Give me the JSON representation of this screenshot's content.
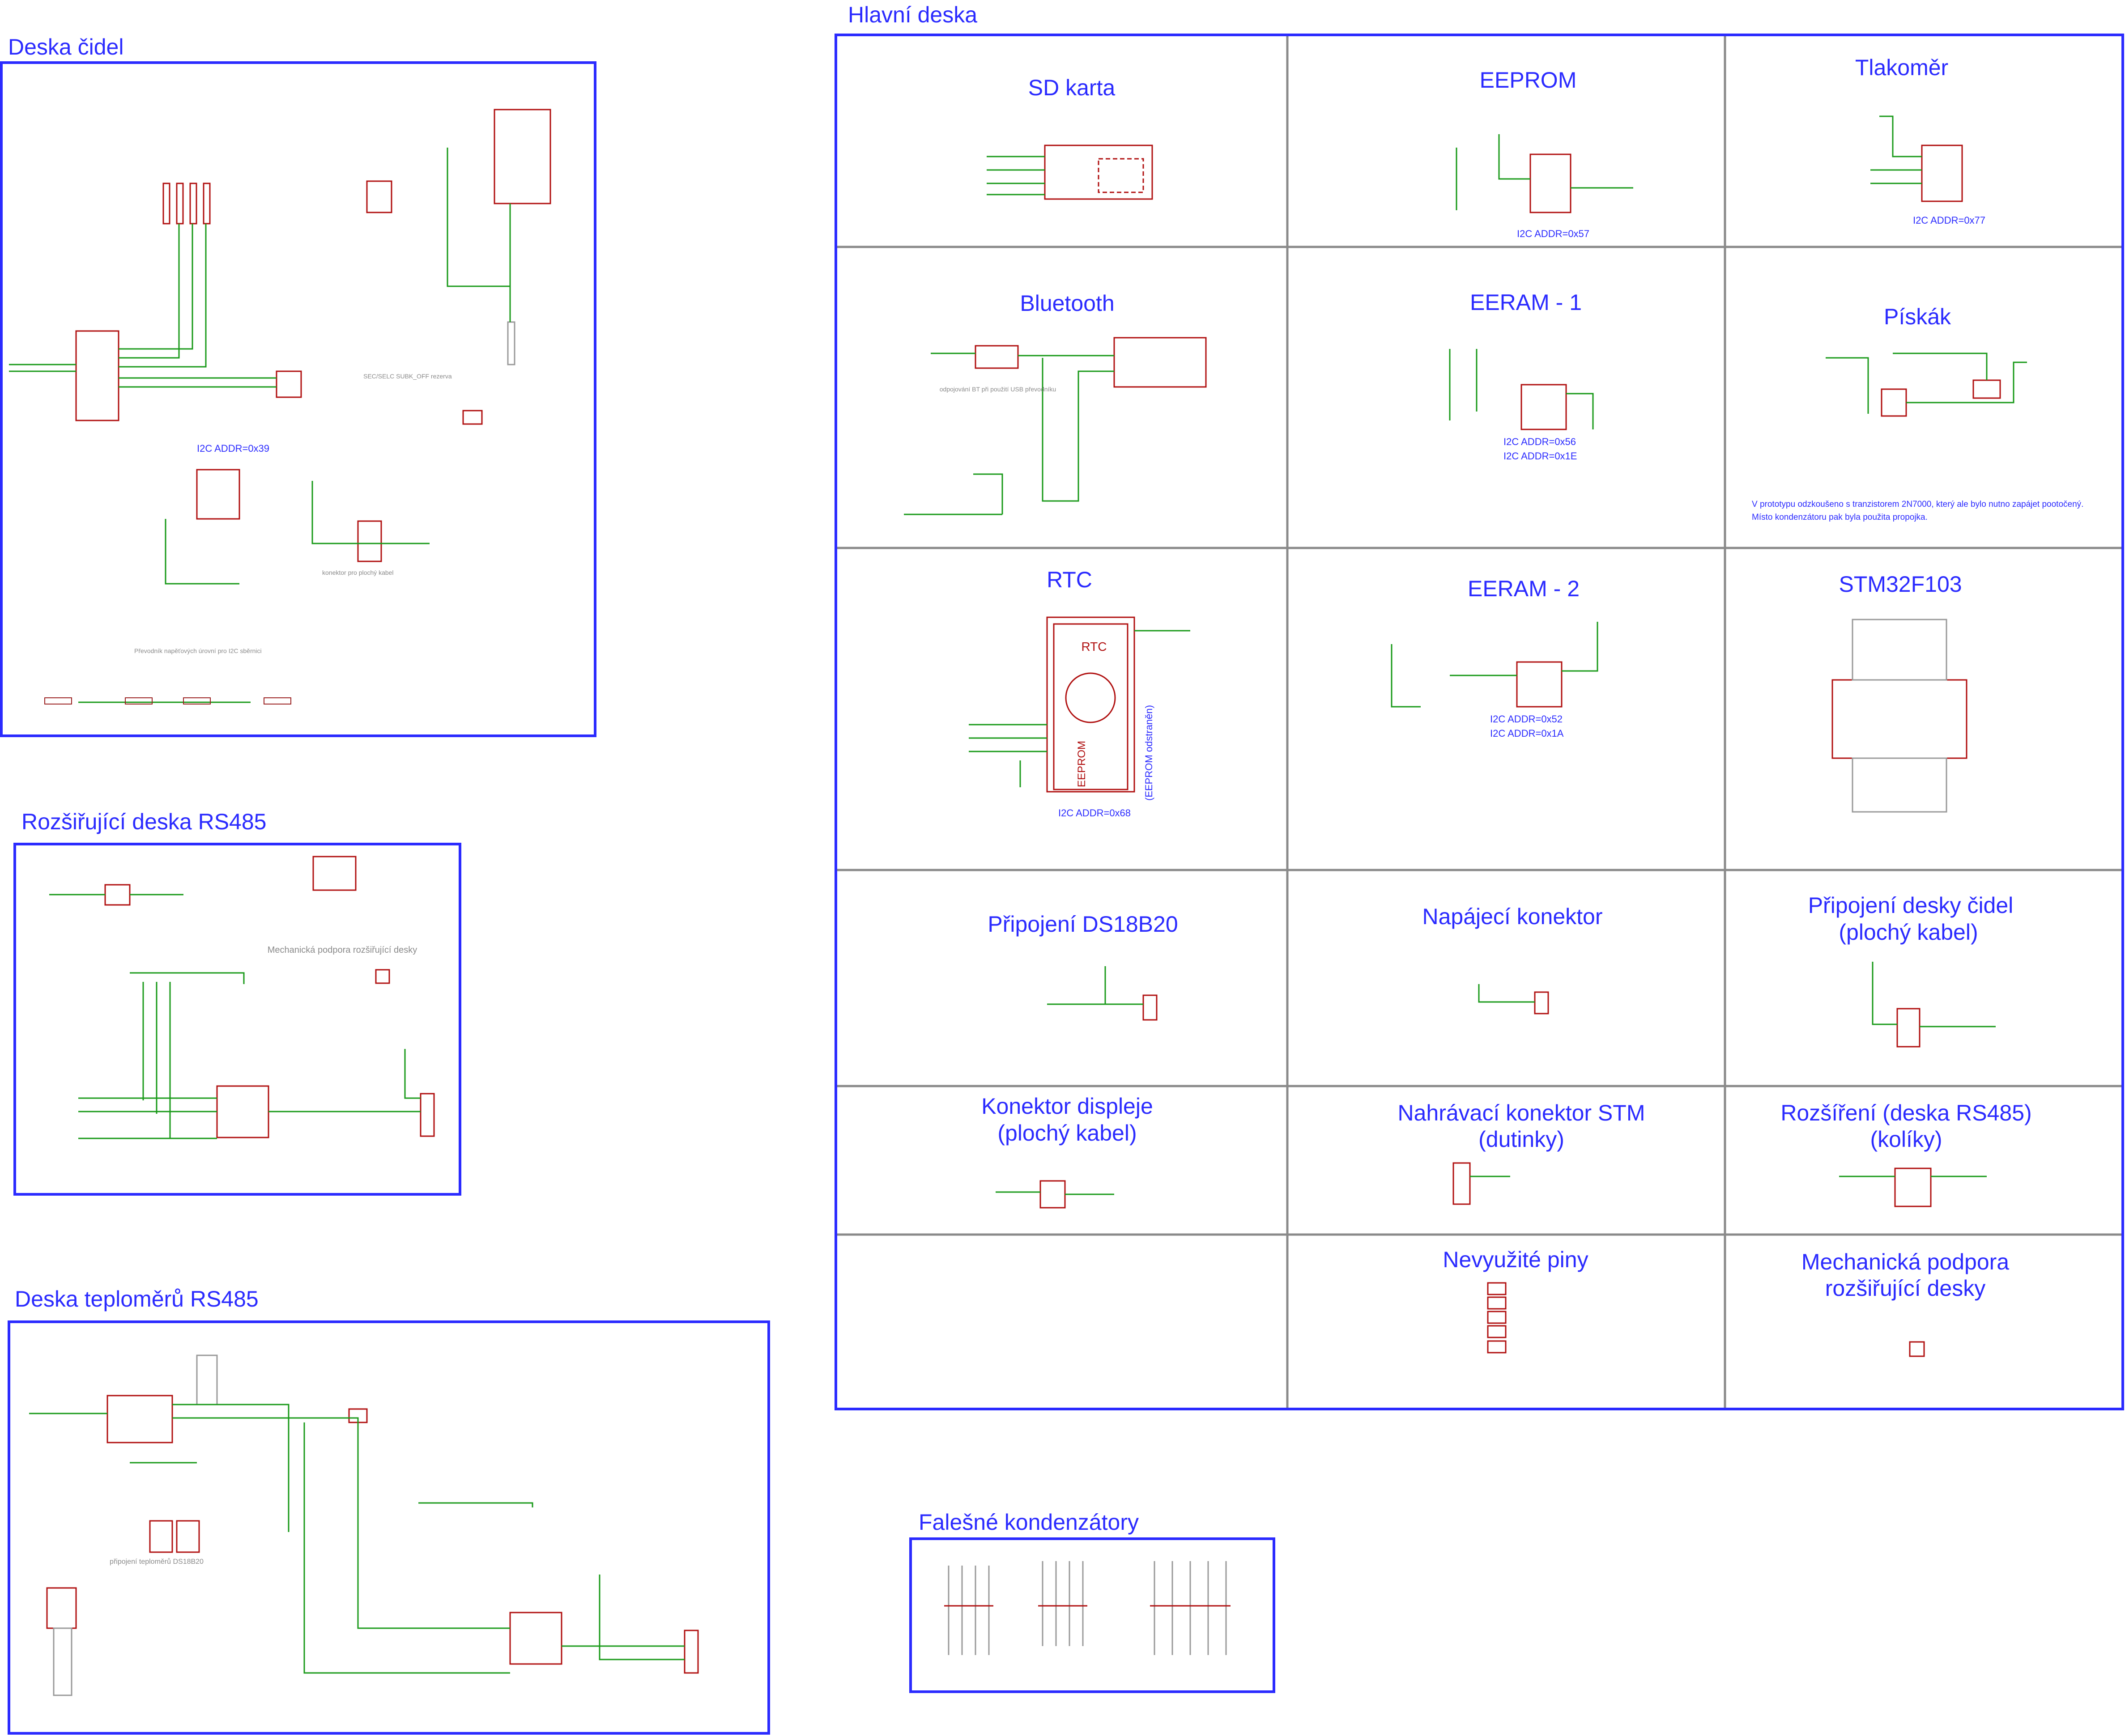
{
  "sheets": {
    "deska_cidel": {
      "title": "Deska čidel",
      "notes": [
        "I2C ADDR=0x39",
        "konektor pro plochý kabel",
        "Převodník napěťových úrovní pro I2C sběrnici",
        "SEC/SELC SUBK_OFF rezerva"
      ]
    },
    "hlavni": {
      "title": "Hlavní deska"
    },
    "rs485": {
      "title": "Rozšiřující deska RS485",
      "notes": [
        "Mechanická podpora rozšiřující desky"
      ]
    },
    "teplomery": {
      "title": "Deska teploměrů RS485",
      "notes": [
        "připojení teploměrů DS18B20"
      ]
    },
    "falesne": {
      "title": "Falešné kondenzátory"
    }
  },
  "cells": {
    "sd_karta": {
      "title": "SD karta"
    },
    "eeprom": {
      "title": "EEPROM",
      "notes": [
        "I2C ADDR=0x57"
      ]
    },
    "tlakomer": {
      "title": "Tlakoměr",
      "notes": [
        "I2C ADDR=0x77"
      ]
    },
    "bluetooth": {
      "title": "Bluetooth",
      "notes": [
        "odpojování BT při použití USB převodníku"
      ]
    },
    "eeram1": {
      "title": "EERAM - 1",
      "notes": [
        "I2C ADDR=0x56",
        "I2C ADDR=0x1E"
      ]
    },
    "piskak": {
      "title": "Pískák",
      "notes": [
        "V prototypu odzkoušeno s tranzistorem 2N7000, který ale bylo nutno zapájet pootočený.",
        "Místo kondenzátoru pak byla použita propojka."
      ]
    },
    "rtc": {
      "title": "RTC",
      "notes": [
        "I2C ADDR=0x68",
        "(EEPROM odstraněn)",
        "RTC",
        "EEPROM"
      ]
    },
    "eeram2": {
      "title": "EERAM - 2",
      "notes": [
        "I2C ADDR=0x52",
        "I2C ADDR=0x1A"
      ]
    },
    "stm32": {
      "title": "STM32F103"
    },
    "ds18b20": {
      "title": "Připojení DS18B20"
    },
    "napajeci": {
      "title": "Napájecí konektor"
    },
    "deska_cidel_pripojeni": {
      "title_1": "Připojení desky čidel",
      "title_2": "(plochý kabel)"
    },
    "displej": {
      "title_1": "Konektor displeje",
      "title_2": "(plochý kabel)"
    },
    "nahravaci": {
      "title_1": "Nahrávací konektor STM",
      "title_2": "(dutinky)"
    },
    "rozsireni": {
      "title_1": "Rozšíření (deska RS485)",
      "title_2": "(kolíky)"
    },
    "nevyuzite": {
      "title": "Nevyužité piny"
    },
    "mechanicka": {
      "title_1": "Mechanická podpora",
      "title_2": "rozšiřující desky"
    }
  },
  "colors": {
    "frame": "#2b2bff",
    "grid": "#8a8a8a",
    "wire": "#1a9a1a",
    "part": "#b01010"
  }
}
